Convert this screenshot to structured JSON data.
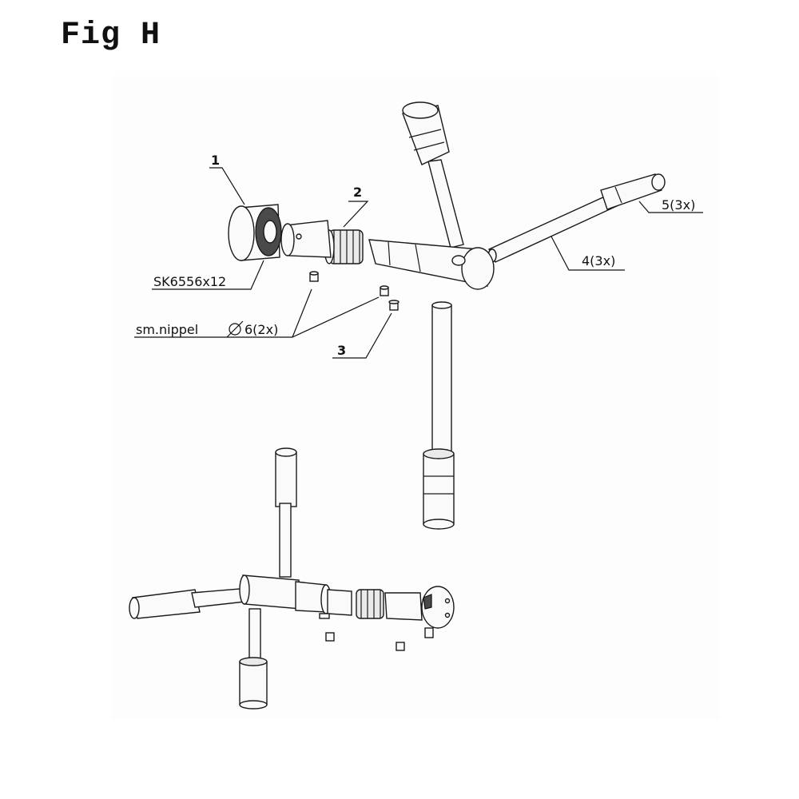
{
  "title": "Fig H",
  "callouts": {
    "c1": "1",
    "c2": "2",
    "c3": "3",
    "c4": "4(3x)",
    "c5": "5(3x)",
    "bearing": "SK6556x12",
    "nipple_text": "sm.nippel",
    "nipple_qty": "6(2x)"
  }
}
